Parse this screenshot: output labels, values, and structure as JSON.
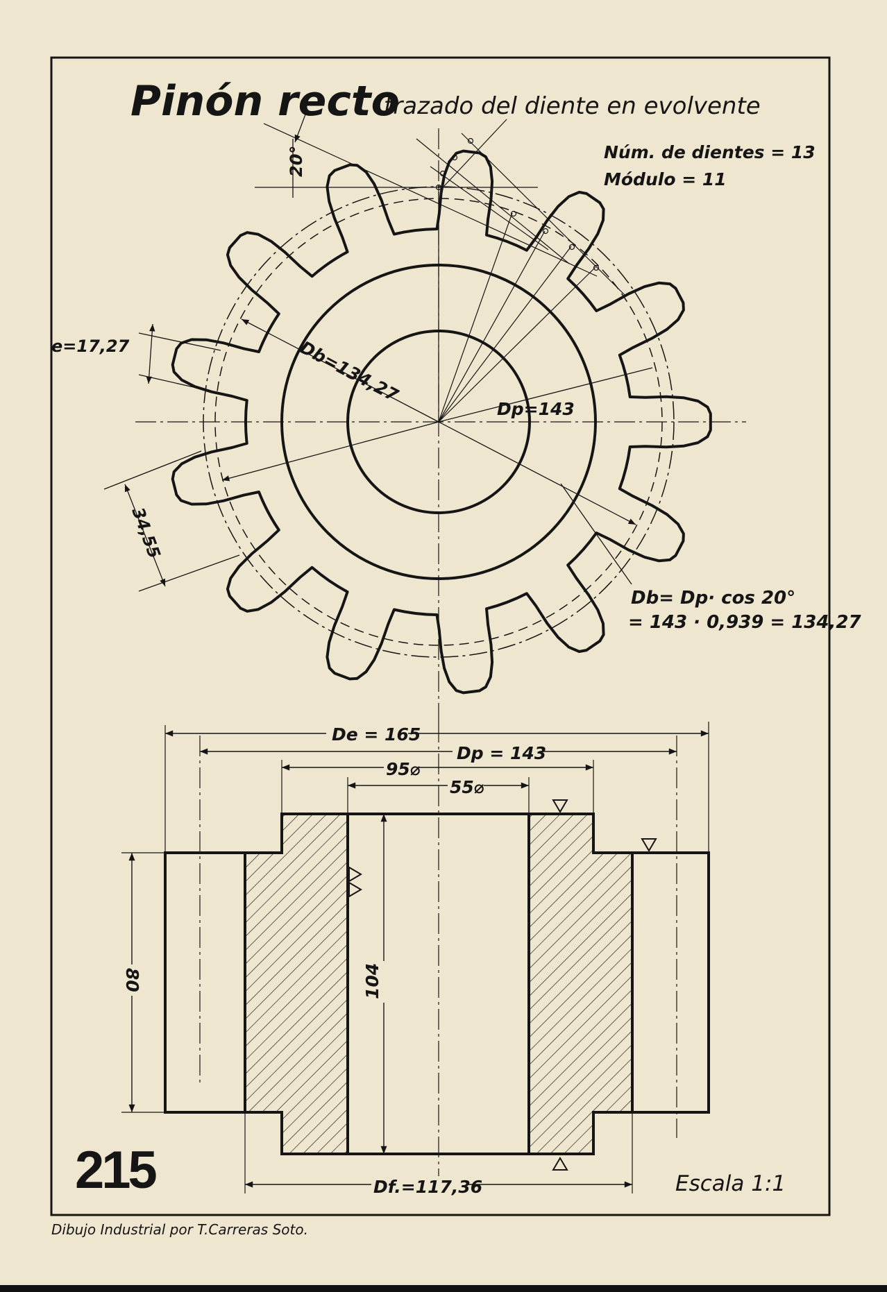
{
  "title": "Pinón recto",
  "subtitle": "trazado del diente en evolvente",
  "specs": {
    "teeth": "Núm. de dientes = 13",
    "module": "Módulo = 11"
  },
  "gear_view": {
    "angle": "20°",
    "tooth_thickness": "e=17,27",
    "pitch_arc": "34,55",
    "base_dia": "Db=134,27",
    "pitch_dia": "Dp=143",
    "formula_line1": "Db= Dp· cos  20°",
    "formula_line2": "= 143 · 0,939 = 134,27",
    "teeth_count": 13
  },
  "section_view": {
    "outer_dia": "De = 165",
    "pitch_dia": "Dp = 143",
    "hub_dia": "95⌀",
    "bore_dia": "55⌀",
    "rim_width": "80",
    "hub_length": "104",
    "root_dia": "Df.=117,36"
  },
  "plate_number": "215",
  "scale": "Escala 1:1",
  "footer": "Dibujo Industrial por T.Carreras Soto.",
  "colors": {
    "paper": "#efe6cf",
    "ink": "#151515"
  }
}
